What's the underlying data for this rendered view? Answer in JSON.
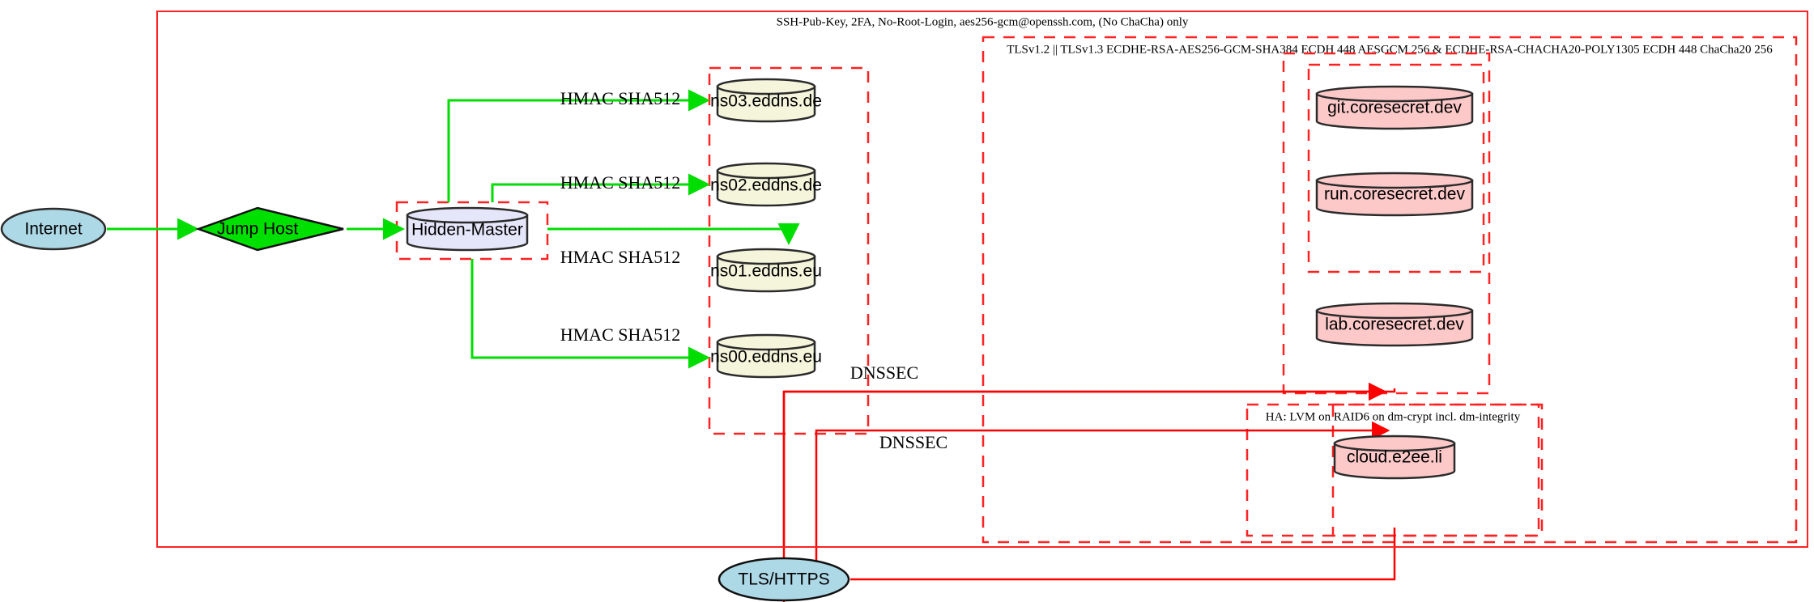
{
  "diagram": {
    "title_label": "SSH-Pub-Key, 2FA, No-Root-Login, aes256-gcm@openssh.com, (No ChaCha) only",
    "clusters": {
      "outer_ssh": "SSH-Pub-Key, 2FA, No-Root-Login, aes256-gcm@openssh.com, (No ChaCha) only",
      "tls": "TLSv1.2 || TLSv1.3 ECDHE-RSA-AES256-GCM-SHA384 ECDH 448 AESGCM 256 & ECDHE-RSA-CHACHA20-POLY1305 ECDH 448 ChaCha20 256",
      "ha": "HA: LVM on RAID6 on dm-crypt incl. dm-integrity"
    },
    "nodes": {
      "internet": "Internet",
      "jump_host": "Jump Host",
      "hidden_master": "Hidden-Master",
      "ns03": "ns03.eddns.de",
      "ns02": "ns02.eddns.de",
      "ns01": "ns01.eddns.eu",
      "ns00": "ns00.eddns.eu",
      "git": "git.coresecret.dev",
      "run": "run.coresecret.dev",
      "lab": "lab.coresecret.dev",
      "cloud": "cloud.e2ee.li",
      "tls_https": "TLS/HTTPS"
    },
    "edges": {
      "hmac_ns03": "HMAC SHA512",
      "hmac_ns02": "HMAC SHA512",
      "hmac_ns01": "HMAC SHA512",
      "hmac_ns00": "HMAC SHA512",
      "dnssec_upper": "DNSSEC",
      "dnssec_lower": "DNSSEC"
    },
    "colors": {
      "boundary_red": "#ff2222",
      "edge_green": "#00dd00",
      "edge_red": "#ff0000",
      "ellipse_blue": "#add8e6",
      "diamond_green": "#00e000",
      "cylinder_lavender": "#e6e6fa",
      "cylinder_yellow": "#f5f5dc",
      "cylinder_pink": "#fcc8c8",
      "stroke_dark": "#2b2b2b"
    }
  }
}
